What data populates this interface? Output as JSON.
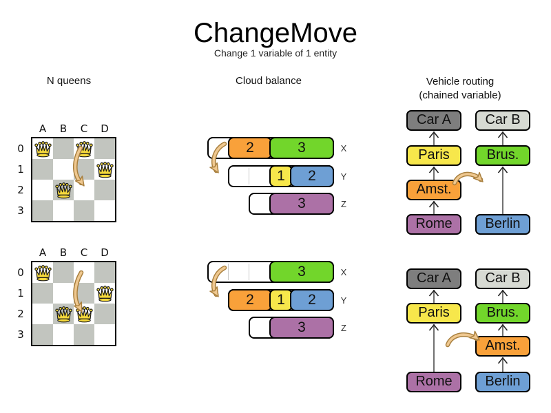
{
  "title": "ChangeMove",
  "subtitle": "Change 1 variable of 1 entity",
  "sections": {
    "nqueens_label": "N queens",
    "cloud_label": "Cloud balance",
    "vehicle_label": "Vehicle routing",
    "vehicle_sublabel": "(chained variable)"
  },
  "colors": {
    "orange": "#F9A13A",
    "green": "#72D62B",
    "yellow": "#F7E74B",
    "blue": "#6E9FD4",
    "purple": "#AC71A6",
    "carA": "#7E7E7E",
    "carB": "#D7DAD3",
    "board_dark": "#C2C5BF",
    "arrow_fill": "#EFC890",
    "arrow_outline": "#A9803F",
    "queen_gold": "#F5D93C"
  },
  "nqueens": {
    "col_labels": [
      "A",
      "B",
      "C",
      "D"
    ],
    "row_labels": [
      "0",
      "1",
      "2",
      "3"
    ],
    "boards": [
      {
        "name": "before",
        "queens": [
          {
            "row": 0,
            "col": 0
          },
          {
            "row": 0,
            "col": 2
          },
          {
            "row": 1,
            "col": 3
          },
          {
            "row": 2,
            "col": 1
          }
        ]
      },
      {
        "name": "after",
        "queens": [
          {
            "row": 0,
            "col": 0
          },
          {
            "row": 1,
            "col": 3
          },
          {
            "row": 2,
            "col": 1
          },
          {
            "row": 2,
            "col": 2
          }
        ]
      }
    ]
  },
  "cloud": {
    "groups": [
      {
        "name": "before",
        "rows": [
          {
            "label": "X",
            "capacity": 6,
            "offset": 0,
            "blocks": [
              {
                "value": "2",
                "color": "orange",
                "start": 1,
                "size": 2
              },
              {
                "value": "3",
                "color": "green",
                "start": 3,
                "size": 3
              }
            ]
          },
          {
            "label": "Y",
            "capacity": 5,
            "offset": 1,
            "blocks": [
              {
                "value": "1",
                "color": "yellow",
                "start": 2,
                "size": 1
              },
              {
                "value": "2",
                "color": "blue",
                "start": 3,
                "size": 2
              }
            ]
          },
          {
            "label": "Z",
            "capacity": 4,
            "offset": 2,
            "blocks": [
              {
                "value": "3",
                "color": "purple",
                "start": 1,
                "size": 3
              }
            ]
          }
        ]
      },
      {
        "name": "after",
        "rows": [
          {
            "label": "X",
            "capacity": 6,
            "offset": 0,
            "blocks": [
              {
                "value": "3",
                "color": "green",
                "start": 3,
                "size": 3
              }
            ]
          },
          {
            "label": "Y",
            "capacity": 5,
            "offset": 1,
            "blocks": [
              {
                "value": "2",
                "color": "orange",
                "start": 0,
                "size": 2
              },
              {
                "value": "1",
                "color": "yellow",
                "start": 2,
                "size": 1
              },
              {
                "value": "2",
                "color": "blue",
                "start": 3,
                "size": 2
              }
            ]
          },
          {
            "label": "Z",
            "capacity": 4,
            "offset": 2,
            "blocks": [
              {
                "value": "3",
                "color": "purple",
                "start": 1,
                "size": 3
              }
            ]
          }
        ]
      }
    ]
  },
  "vehicle": {
    "groups": [
      {
        "name": "before",
        "nodes": [
          {
            "label": "Car A",
            "color": "carA",
            "col": 0,
            "row": 0
          },
          {
            "label": "Paris",
            "color": "yellow",
            "col": 0,
            "row": 1
          },
          {
            "label": "Amst.",
            "color": "orange",
            "col": 0,
            "row": 2
          },
          {
            "label": "Rome",
            "color": "purple",
            "col": 0,
            "row": 3
          },
          {
            "label": "Car B",
            "color": "carB",
            "col": 1,
            "row": 0
          },
          {
            "label": "Brus.",
            "color": "green",
            "col": 1,
            "row": 1
          },
          {
            "label": "Berlin",
            "color": "blue",
            "col": 1,
            "row": 3
          }
        ],
        "links": [
          [
            1,
            0
          ],
          [
            2,
            1
          ],
          [
            3,
            2
          ],
          [
            5,
            4
          ],
          [
            6,
            5
          ]
        ]
      },
      {
        "name": "after",
        "nodes": [
          {
            "label": "Car A",
            "color": "carA",
            "col": 0,
            "row": 0
          },
          {
            "label": "Paris",
            "color": "yellow",
            "col": 0,
            "row": 1
          },
          {
            "label": "Rome",
            "color": "purple",
            "col": 0,
            "row": 3
          },
          {
            "label": "Car B",
            "color": "carB",
            "col": 1,
            "row": 0
          },
          {
            "label": "Brus.",
            "color": "green",
            "col": 1,
            "row": 1
          },
          {
            "label": "Amst.",
            "color": "orange",
            "col": 1,
            "row": 2
          },
          {
            "label": "Berlin",
            "color": "blue",
            "col": 1,
            "row": 3
          }
        ],
        "links": [
          [
            1,
            0
          ],
          [
            2,
            1
          ],
          [
            4,
            3
          ],
          [
            5,
            4
          ],
          [
            6,
            5
          ]
        ]
      }
    ]
  }
}
